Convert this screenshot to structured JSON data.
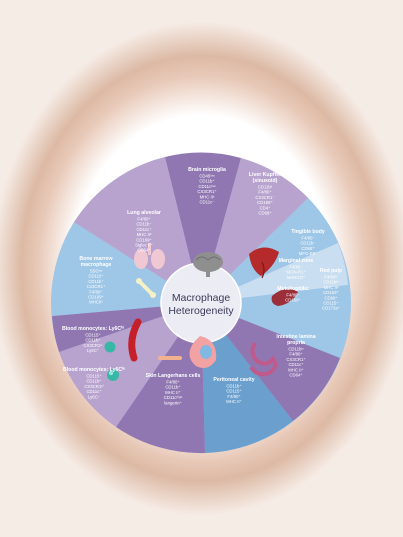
{
  "center": {
    "line1": "Macrophage",
    "line2": "Heterogeneity"
  },
  "colors": {
    "purple": "#9077b2",
    "light_purple": "#b8a3cf",
    "blue": "#6a9fce",
    "light_blue": "#9ec6e6",
    "center": "#ececf4"
  },
  "segments": [
    {
      "title": [
        "Brain microglia"
      ],
      "markers": [
        "CD45ˡᵒʷ",
        "CD11b⁺",
        "CD11cˡᵒʷ",
        "CX3CR1⁺",
        "MHC IIᵏ",
        "CD11c⁻"
      ],
      "icon": "brain-icon"
    },
    {
      "title": [
        "Liver Kupffer",
        "(sinusoid)"
      ],
      "markers": [
        "CD11bᵏ",
        "F4/80⁺",
        "CX3CR1⁻",
        "CD169⁺",
        "CD4⁺",
        "CD68⁺"
      ],
      "icon": "liver-icon"
    },
    {
      "title": [
        "Tingible body"
      ],
      "markers": [
        "F4/80⁻",
        "CD11b⁻",
        "CD68⁺",
        "MFG-E8⁺"
      ],
      "icon": "spleen-icon"
    },
    {
      "title": [
        "Marginal zone"
      ],
      "markers": [
        "F4/80⁻",
        "SIGN-R1⁺",
        "MARCO⁺"
      ],
      "icon": ""
    },
    {
      "title": [
        "Metallophilic"
      ],
      "markers": [
        "F4/80⁻",
        "CD169⁺"
      ],
      "icon": ""
    },
    {
      "title": [
        "Red pulp"
      ],
      "markers": [
        "F4/80ʰⁱ",
        "CD11bˡᵒ",
        "MHC IIᵏ",
        "CD163⁺",
        "CD68⁺",
        "CD115⁺",
        "CD172a⁺"
      ],
      "icon": ""
    },
    {
      "title": [
        "Intestine lamina",
        "propria"
      ],
      "markers": [
        "CD11bˡᵒ",
        "F4/80⁺",
        "CX3CR1⁺",
        "CD11c⁺",
        "MHC II⁺",
        "CD64⁺"
      ],
      "icon": "intestine-icon"
    },
    {
      "title": [
        "Peritoneal cavity"
      ],
      "markers": [
        "CD11b⁺",
        "CD115⁺",
        "F4/80⁺",
        "MHC II⁺"
      ],
      "icon": "peritoneum-icon"
    },
    {
      "title": [
        "Skin Langerhans cells"
      ],
      "markers": [
        "F4/80⁺",
        "CD11b⁺",
        "MHC II⁺",
        "CD11cʰⁱᵍʰ",
        "langerin⁺"
      ],
      "icon": "skin-icon"
    },
    {
      "title": [
        "Blood monocytes: Ly6Cˡᵒ"
      ],
      "markers": [
        "CD115⁺",
        "CD11b⁺",
        "CX3CR1ʰⁱ",
        "CD11c⁺",
        "Ly6C⁻"
      ],
      "icon": "monocyte-icon"
    },
    {
      "title": [
        "Blood monocytes: Ly6Cʰⁱ"
      ],
      "markers": [
        "CD115⁺",
        "CD11b⁺",
        "CX3CR1ˡᵒ",
        "Ly6C⁺"
      ],
      "icon": "blood-vessel-icon"
    },
    {
      "title": [
        "Bone marrow",
        "macrophage"
      ],
      "markers": [
        "SSCᵏʷ",
        "CD115⁺",
        "CD11b⁺",
        "Cx3CR1⁺",
        "F4/80⁺",
        "CD169⁺",
        "MHCIIᵏ"
      ],
      "icon": "bone-icon"
    },
    {
      "title": [
        "Lung alveolar"
      ],
      "markers": [
        "F4/80⁺",
        "CD11b⁻",
        "CD11c⁺",
        "MHC IIᵏ",
        "CD169⁺",
        "Siglec F⁺",
        "CD64⁺"
      ],
      "icon": "lung-icon"
    }
  ]
}
